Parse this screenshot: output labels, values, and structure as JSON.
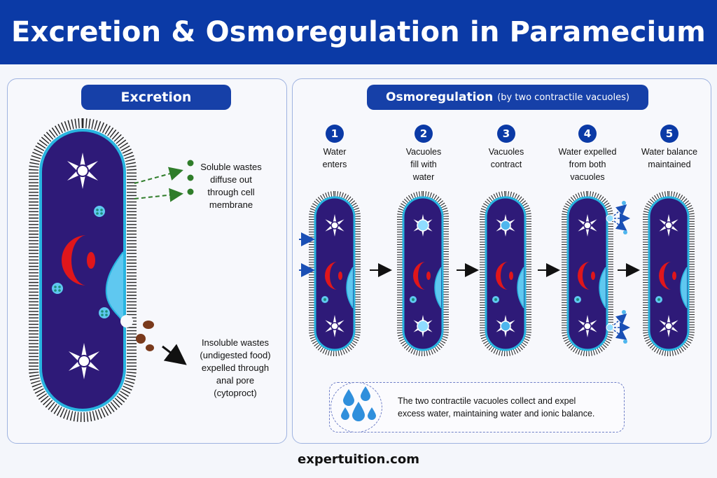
{
  "title": "Excretion & Osmoregulation in Paramecium",
  "excretion": {
    "heading": "Excretion",
    "soluble_lines": [
      "Soluble wastes",
      "diffuse out",
      "through cell",
      "membrane"
    ],
    "insoluble_lines": [
      "Insoluble wastes",
      "(undigested food)",
      "expelled through",
      "anal pore",
      "(cytoproct)"
    ]
  },
  "osmoregulation": {
    "heading": "Osmoregulation",
    "heading_sub": "(by two contractile vacuoles)",
    "steps": [
      {
        "num": "1",
        "lines": [
          "Water",
          "enters"
        ]
      },
      {
        "num": "2",
        "lines": [
          "Vacuoles",
          "fill with",
          "water"
        ]
      },
      {
        "num": "3",
        "lines": [
          "Vacuoles",
          "contract"
        ]
      },
      {
        "num": "4",
        "lines": [
          "Water expelled",
          "from both",
          "vacuoles"
        ]
      },
      {
        "num": "5",
        "lines": [
          "Water balance",
          "maintained"
        ]
      }
    ],
    "note_lines": [
      "The two contractile vacuoles collect and expel",
      "excess water, maintaining water and ionic balance."
    ]
  },
  "colors": {
    "banner": "#0b3aa6",
    "cell_body": "#2e1a78",
    "cell_membrane": "#28b4e0",
    "nucleus": "#e0161b",
    "vacuole": "#5fc8f0",
    "food_vacuole": "#1d8f7a",
    "waste": "#7a3a1c",
    "arrow_green": "#2f7d2a",
    "arrow_blue": "#1a4fb5"
  },
  "footer": "expertuition.com"
}
